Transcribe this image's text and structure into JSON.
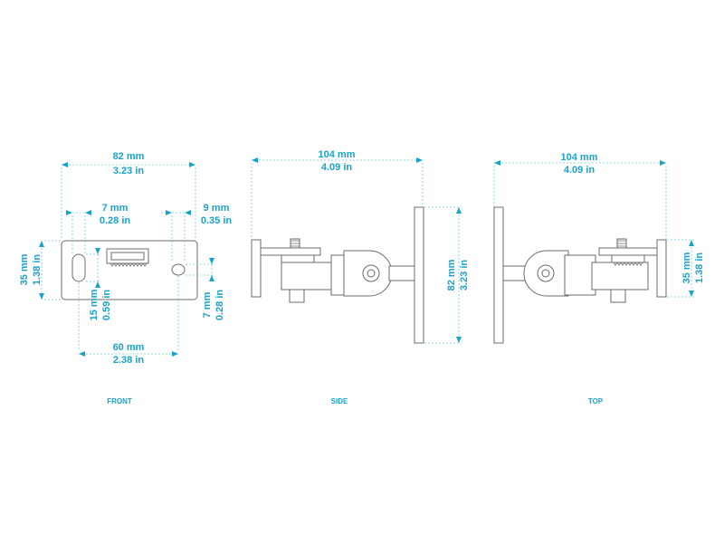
{
  "colors": {
    "accent": "#1aa3c9",
    "line": "#6b6b6b",
    "dim_line": "#6fcfe0"
  },
  "views": {
    "front": {
      "label": "FRONT",
      "width_mm": "82 mm",
      "width_in": "3.23 in",
      "slot_offset_mm": "7 mm",
      "slot_offset_in": "0.28 in",
      "hole_offset_mm": "9 mm",
      "hole_offset_in": "0.35 in",
      "height_mm": "35 mm",
      "height_in": "1.38 in",
      "slot_length_mm": "15 mm",
      "slot_length_in": "0.59 in",
      "hole_dia_mm": "7 mm",
      "hole_dia_in": "0.28 in",
      "hole_spacing_mm": "60 mm",
      "hole_spacing_in": "2.38 in"
    },
    "side": {
      "label": "SIDE",
      "length_mm": "104 mm",
      "length_in": "4.09 in",
      "height_mm": "82 mm",
      "height_in": "3.23 in"
    },
    "top": {
      "label": "TOP",
      "length_mm": "104 mm",
      "length_in": "4.09 in",
      "height_mm": "35 mm",
      "height_in": "1.38 in"
    }
  }
}
